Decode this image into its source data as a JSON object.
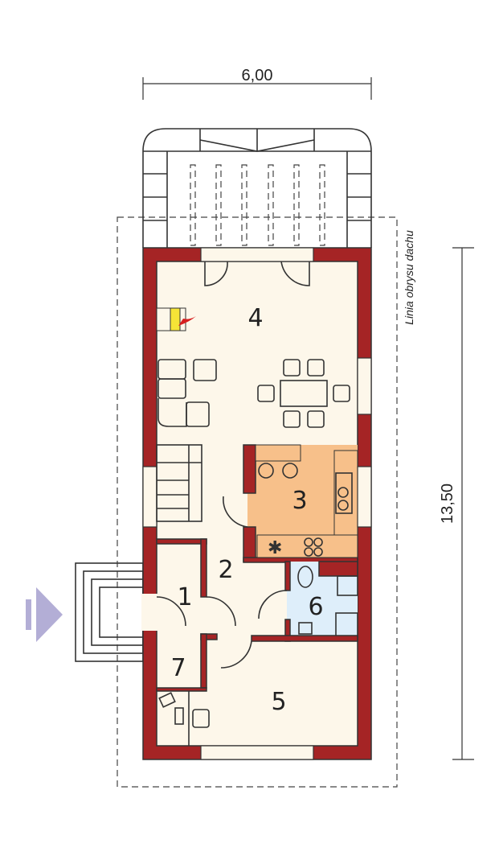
{
  "dimensions": {
    "width_label": "6,00",
    "length_label": "13,50"
  },
  "roof_outline_label": "Linia obrysu dachu",
  "rooms": [
    {
      "number": "1"
    },
    {
      "number": "2"
    },
    {
      "number": "3"
    },
    {
      "number": "4"
    },
    {
      "number": "5"
    },
    {
      "number": "6"
    },
    {
      "number": "7"
    }
  ],
  "colors": {
    "wall": "#a52425",
    "floor": "#fdf7ea",
    "kitchen": "#f7c08a",
    "bathroom": "#deeefa",
    "entrance_arrow": "#b3aed6"
  }
}
